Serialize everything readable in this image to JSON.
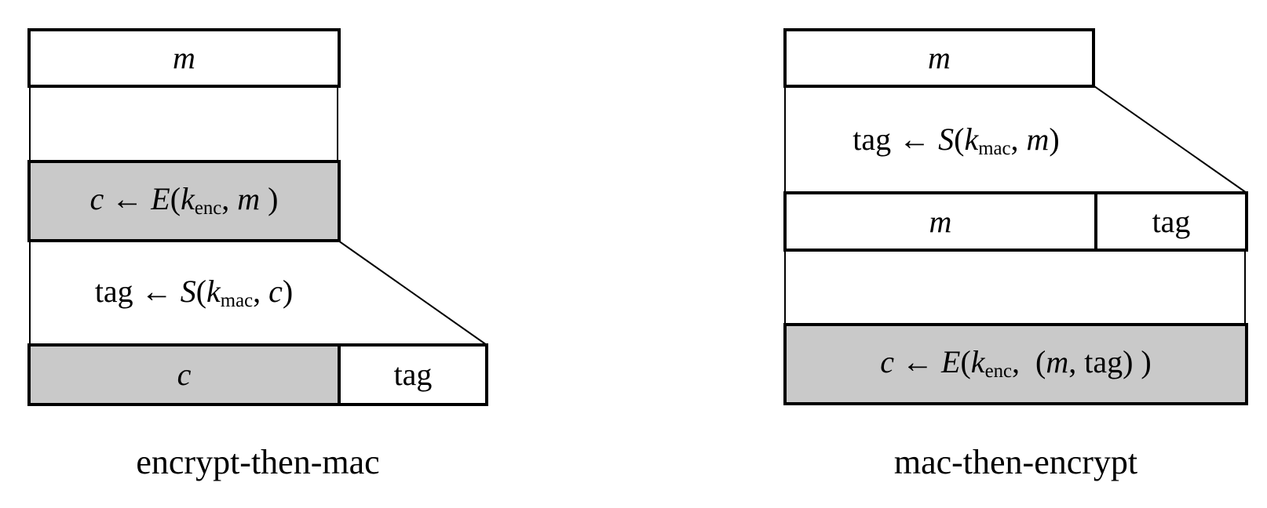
{
  "figure": {
    "left": {
      "caption": "encrypt-then-mac",
      "message_label": "m",
      "encrypt_formula": [
        {
          "text": "c",
          "style": "it"
        },
        {
          "text": " ← ",
          "style": "rm"
        },
        {
          "text": "E",
          "style": "it"
        },
        {
          "text": "(",
          "style": "rm"
        },
        {
          "text": "k",
          "style": "it"
        },
        {
          "text": "enc",
          "style": "sub"
        },
        {
          "text": ", ",
          "style": "rm"
        },
        {
          "text": "m",
          "style": "it"
        },
        {
          "text": " )",
          "style": "rm"
        }
      ],
      "mac_formula": [
        {
          "text": "tag",
          "style": "rm"
        },
        {
          "text": " ← ",
          "style": "rm"
        },
        {
          "text": "S",
          "style": "it"
        },
        {
          "text": "(",
          "style": "rm"
        },
        {
          "text": "k",
          "style": "it"
        },
        {
          "text": "mac",
          "style": "sub"
        },
        {
          "text": ", ",
          "style": "rm"
        },
        {
          "text": "c",
          "style": "it"
        },
        {
          "text": ")",
          "style": "rm"
        }
      ],
      "output_row": {
        "cipher_label": "c",
        "tag_label": "tag"
      }
    },
    "right": {
      "caption": "mac-then-encrypt",
      "message_label": "m",
      "mac_formula": [
        {
          "text": "tag",
          "style": "rm"
        },
        {
          "text": " ← ",
          "style": "rm"
        },
        {
          "text": "S",
          "style": "it"
        },
        {
          "text": "(",
          "style": "rm"
        },
        {
          "text": "k",
          "style": "it"
        },
        {
          "text": "mac",
          "style": "sub"
        },
        {
          "text": ", ",
          "style": "rm"
        },
        {
          "text": "m",
          "style": "it"
        },
        {
          "text": ")",
          "style": "rm"
        }
      ],
      "middle_row": {
        "message_label": "m",
        "tag_label": "tag"
      },
      "encrypt_formula": [
        {
          "text": "c",
          "style": "it"
        },
        {
          "text": " ← ",
          "style": "rm"
        },
        {
          "text": "E",
          "style": "it"
        },
        {
          "text": "(",
          "style": "rm"
        },
        {
          "text": "k",
          "style": "it"
        },
        {
          "text": "enc",
          "style": "sub"
        },
        {
          "text": ",  ",
          "style": "rm"
        },
        {
          "text": "(",
          "style": "rm"
        },
        {
          "text": "m",
          "style": "it"
        },
        {
          "text": ", ",
          "style": "rm"
        },
        {
          "text": "tag",
          "style": "rm"
        },
        {
          "text": ") )",
          "style": "rm"
        }
      ]
    },
    "colors": {
      "shaded_fill": "#c9c9c9",
      "line_color": "#000000",
      "background": "#ffffff"
    }
  }
}
